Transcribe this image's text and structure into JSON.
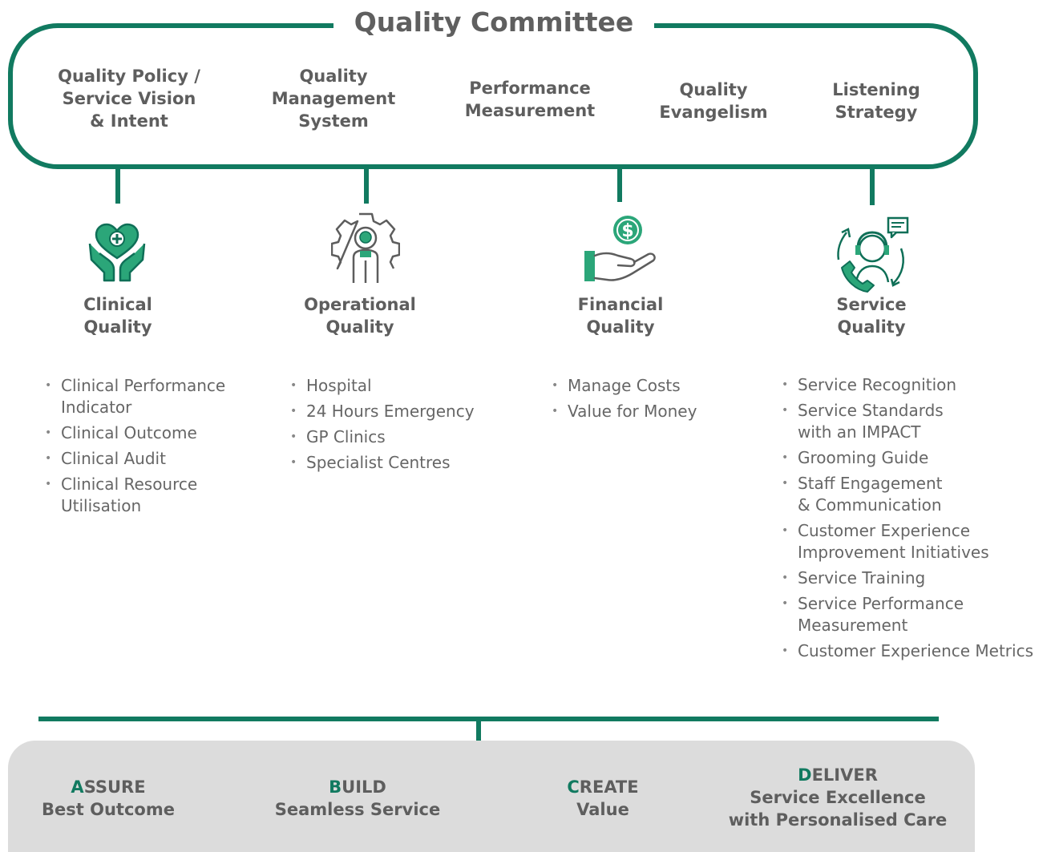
{
  "committee": {
    "title": "Quality Committee",
    "functions": [
      "Quality Policy /\nService Vision\n& Intent",
      "Quality\nManagement\nSystem",
      "Performance\nMeasurement",
      "Quality\nEvangelism",
      "Listening\nStrategy"
    ]
  },
  "pillars": [
    {
      "title": "Clinical\nQuality",
      "icon": "heart-hands-icon",
      "items": [
        "Clinical Performance\nIndicator",
        "Clinical Outcome",
        "Clinical Audit",
        "Clinical Resource\nUtilisation"
      ]
    },
    {
      "title": "Operational\nQuality",
      "icon": "gear-person-icon",
      "items": [
        "Hospital",
        "24 Hours Emergency",
        "GP Clinics",
        "Specialist Centres"
      ]
    },
    {
      "title": "Financial\nQuality",
      "icon": "hand-money-icon",
      "items": [
        "Manage Costs",
        "Value for Money"
      ]
    },
    {
      "title": "Service\nQuality",
      "icon": "customer-service-icon",
      "items": [
        "Service Recognition",
        "Service Standards\nwith an IMPACT",
        "Grooming Guide",
        "Staff Engagement\n& Communication",
        "Customer Experience\nImprovement  Initiatives",
        "Service Training",
        "Service Performance\nMeasurement",
        "Customer Experience Metrics"
      ]
    }
  ],
  "goals": [
    {
      "initial": "A",
      "rest": "SSURE",
      "line2": "Best Outcome",
      "line3": ""
    },
    {
      "initial": "B",
      "rest": "UILD",
      "line2": "Seamless Service",
      "line3": ""
    },
    {
      "initial": "C",
      "rest": "REATE",
      "line2": "Value",
      "line3": ""
    },
    {
      "initial": "D",
      "rest": "ELIVER",
      "line2": "Service Excellence",
      "line3": "with Personalised Care"
    }
  ],
  "colors": {
    "accent": "#117a60",
    "text": "#5e5e5e",
    "base_box": "#dcdcdc"
  }
}
